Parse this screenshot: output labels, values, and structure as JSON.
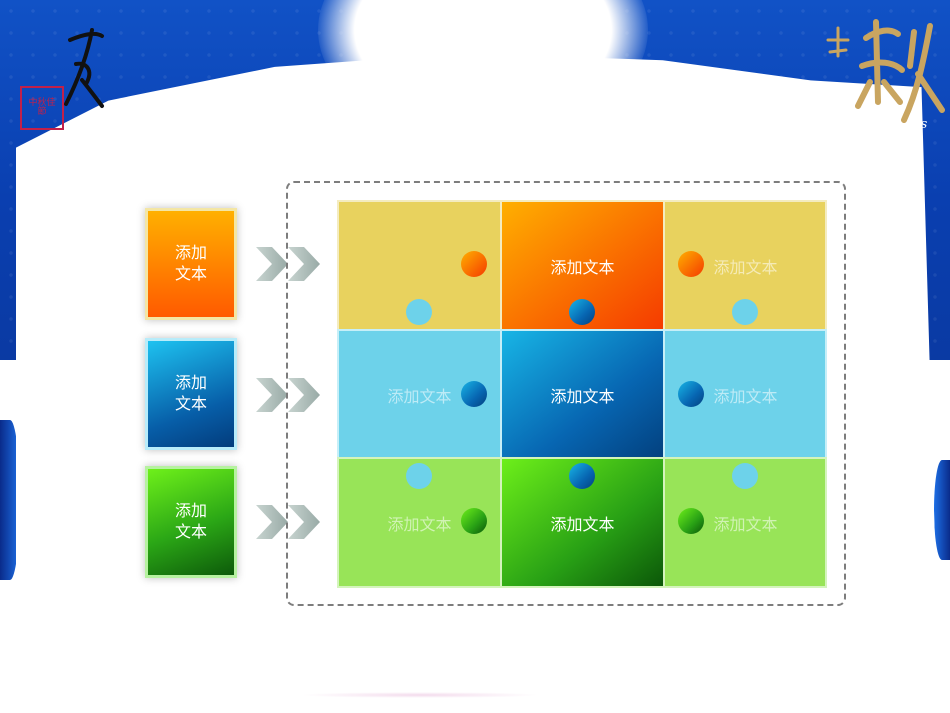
{
  "seal_text": "中秋佳節",
  "side_boxes": [
    {
      "label": "添加\n文本",
      "color": "#ff7a00"
    },
    {
      "label": "添加\n文本",
      "color": "#0a6fb8"
    },
    {
      "label": "添加\n文本",
      "color": "#2ba716"
    }
  ],
  "grid": {
    "rows": [
      [
        "",
        "添加文本",
        "添加文本"
      ],
      [
        "添加文本",
        "添加文本",
        "添加文本"
      ],
      [
        "添加文本",
        "添加文本",
        "添加文本"
      ]
    ]
  },
  "colors": {
    "yellow": "#e8d25e",
    "orange": "#ff5a00",
    "lightblue": "#6dd2ea",
    "blue": "#0a6cb3",
    "lightgreen": "#98e458",
    "green": "#2ba716",
    "background_blue": "#0a3fb0",
    "dash": "#7d7d7d"
  },
  "icons": [
    "chevron-double-right-icon",
    "seal-icon",
    "calligraphy-icon"
  ]
}
